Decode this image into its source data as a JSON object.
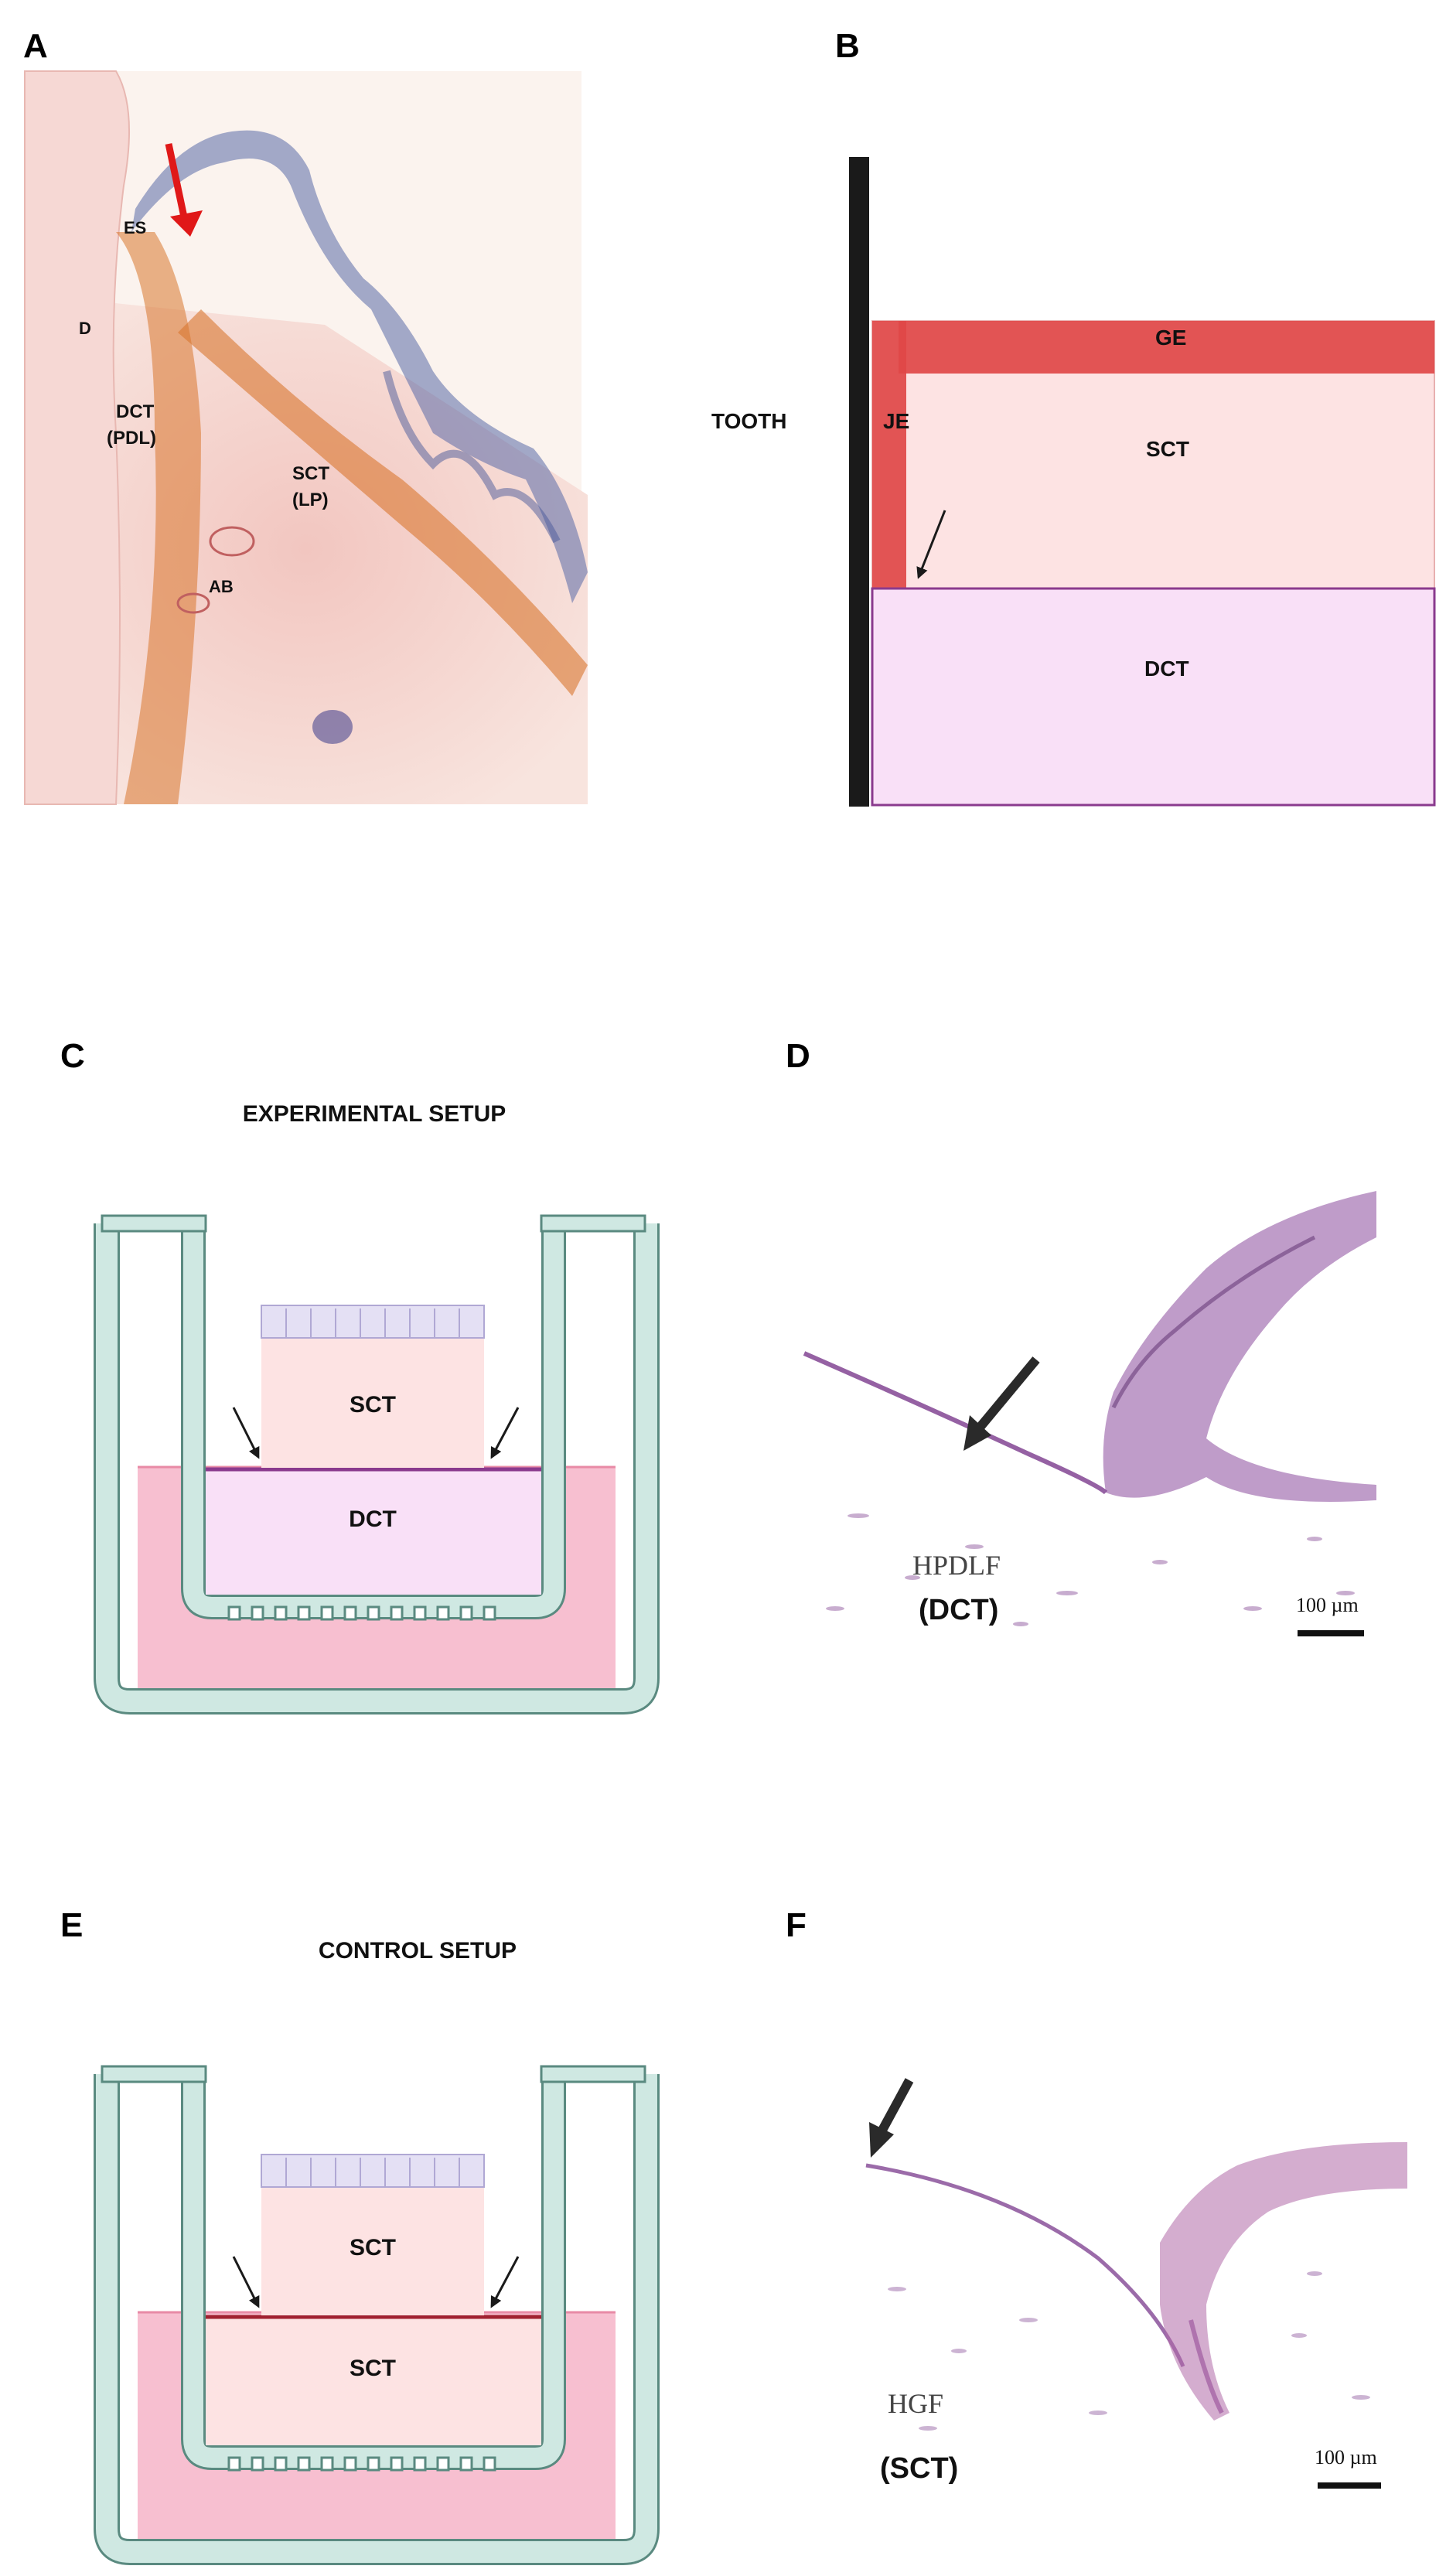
{
  "panels": {
    "a": {
      "letter": "A",
      "labels": {
        "es": "ES",
        "d": "D",
        "dct": "DCT",
        "pdl": "(PDL)",
        "sct": "SCT",
        "lp": "(LP)",
        "ab": "AB"
      }
    },
    "b": {
      "letter": "B",
      "labels": {
        "tooth": "TOOTH",
        "je": "JE",
        "ge": "GE",
        "sct": "SCT",
        "dct": "DCT"
      }
    },
    "c": {
      "letter": "C",
      "title": "EXPERIMENTAL SETUP",
      "labels": {
        "upper": "SCT",
        "lower": "DCT"
      }
    },
    "d": {
      "letter": "D",
      "labels": {
        "cell": "HPDLF",
        "tissue": "(DCT)",
        "scale": "100 µm"
      }
    },
    "e": {
      "letter": "E",
      "title": "CONTROL SETUP",
      "labels": {
        "upper": "SCT",
        "lower": "SCT"
      }
    },
    "f": {
      "letter": "F",
      "labels": {
        "cell": "HGF",
        "tissue": "(SCT)",
        "scale": "100 µm"
      }
    }
  },
  "colors": {
    "ge": "#e04848",
    "je": "#e04848",
    "sct_fill": "#fde3e3",
    "dct_fill": "#f9e0f7",
    "dct_border": "#8a3a8e",
    "insert": "#cfe8e2",
    "insert_border": "#5a8a80",
    "medium": "#f7bfd0",
    "epithelium": "#e4e0f4",
    "histology_stain": "#7a3a8c",
    "ihc_brown": "#d9772e",
    "arrow_red": "#e01818"
  }
}
